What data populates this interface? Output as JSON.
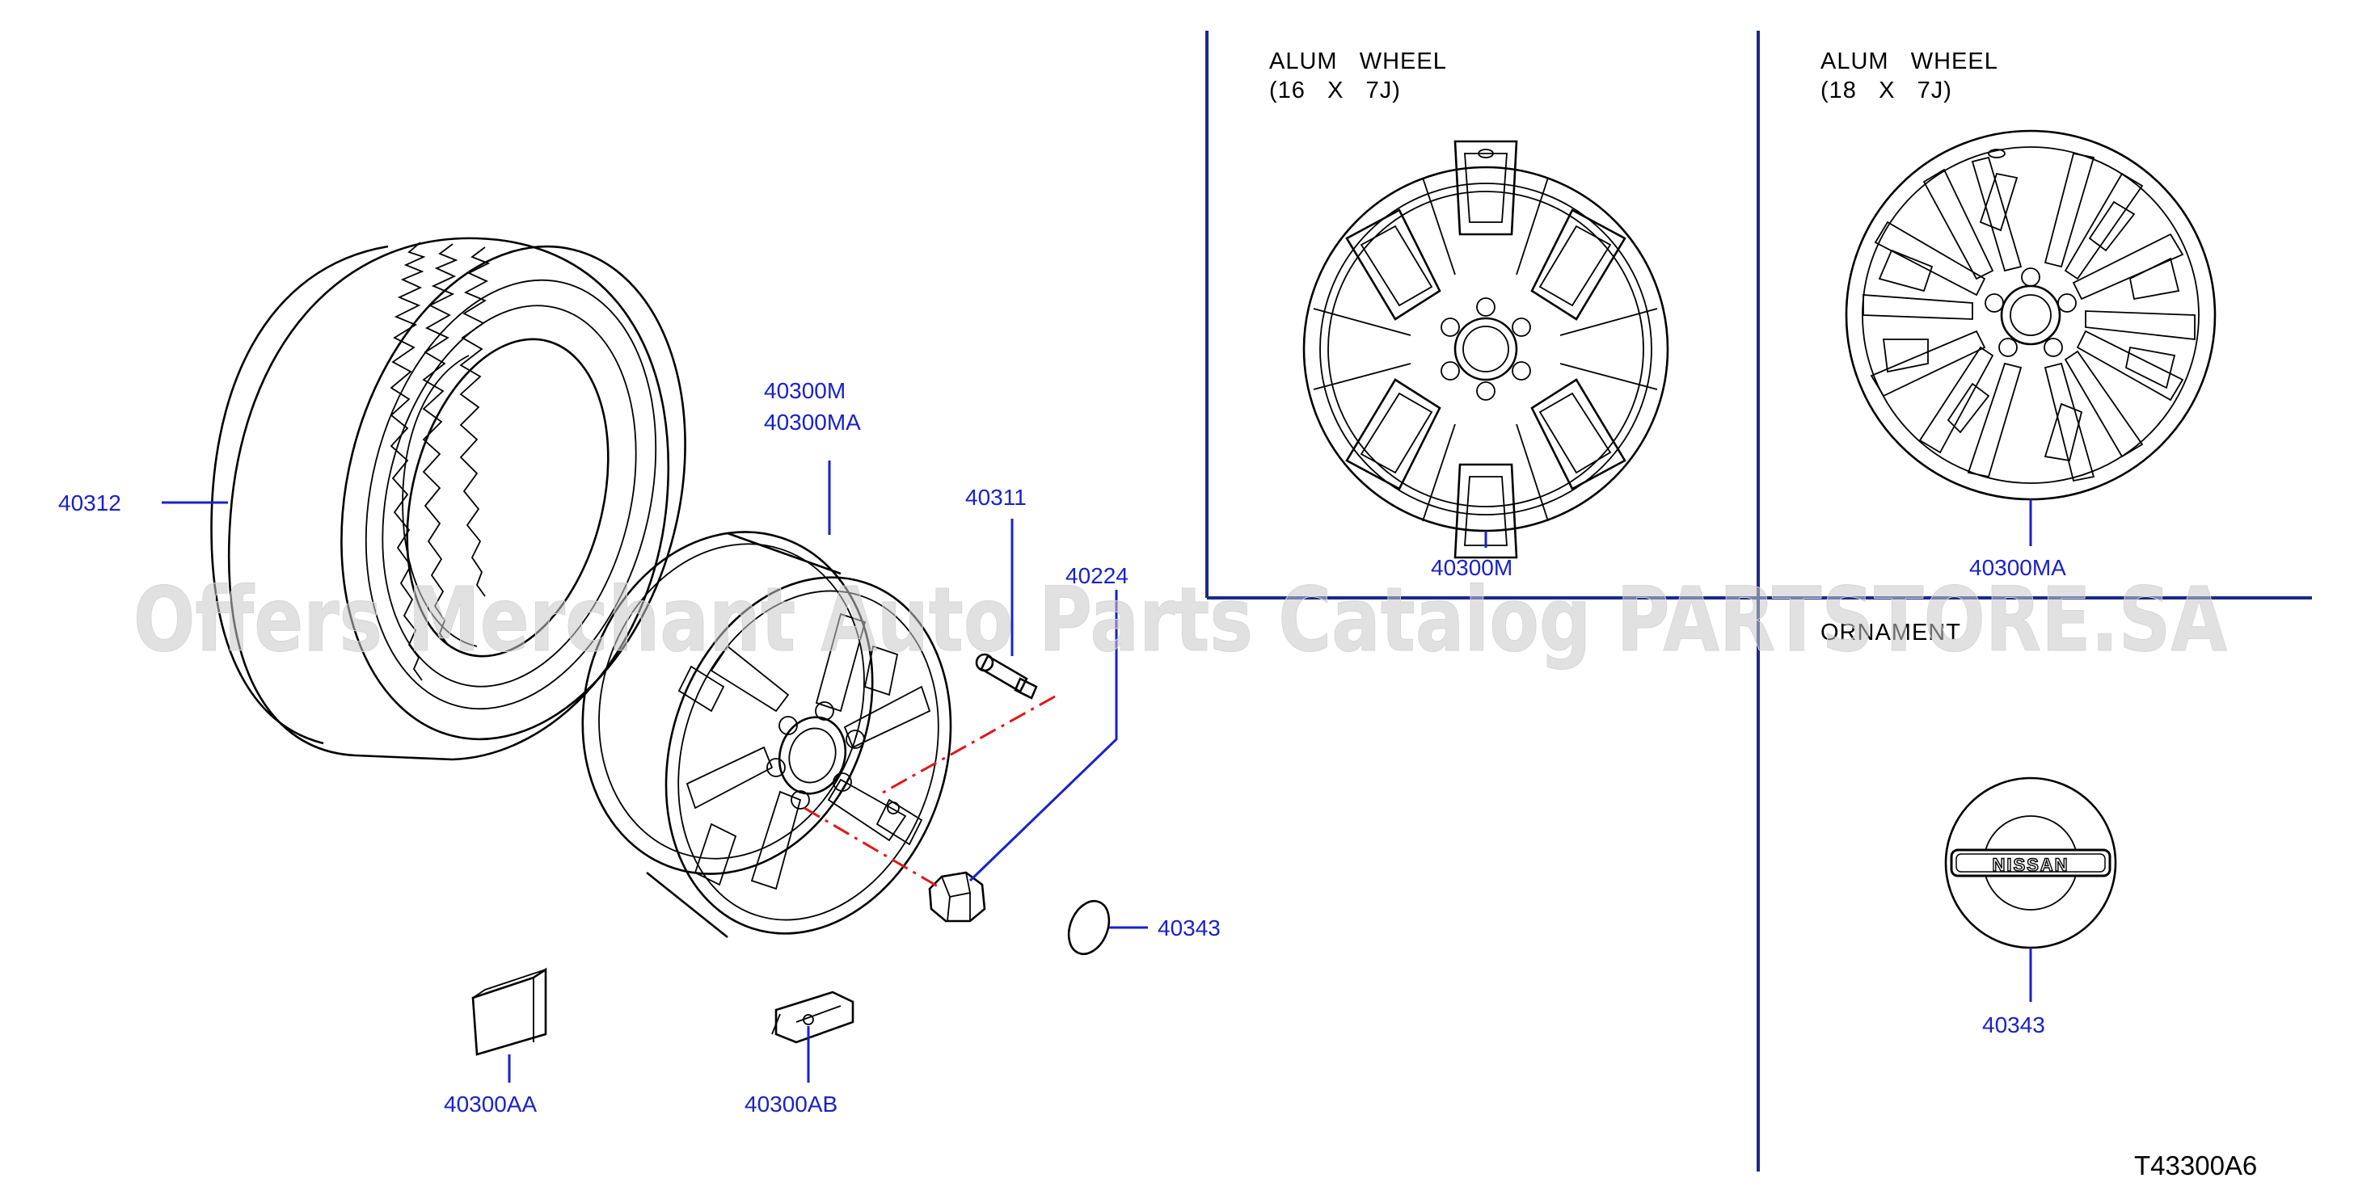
{
  "panels": {
    "left": {
      "callouts": {
        "tire": "40312",
        "road_wheel_line1": "40300M",
        "road_wheel_line2": "40300MA",
        "valve": "40311",
        "wheel_nut": "40224",
        "center_cap": "40343",
        "balance_weight_a": "40300AA",
        "balance_weight_b": "40300AB"
      }
    },
    "middle": {
      "title_line1": "ALUM   WHEEL",
      "title_line2": "(16   X   7J)",
      "callout": "40300M"
    },
    "right_top": {
      "title_line1": "ALUM   WHEEL",
      "title_line2": "(18   X   7J)",
      "callout": "40300MA"
    },
    "right_bottom": {
      "title": "ORNAMENT",
      "emblem_text": "NISSAN",
      "callout": "40343"
    }
  },
  "diagram_code": "T43300A6",
  "watermark": "Offers Merchant Auto Parts Catalog PARTSTORE.SA",
  "colors": {
    "callout": "#1a22c8",
    "centerline": "#e01818",
    "divider": "#1a2a8a",
    "ink": "#000000"
  }
}
